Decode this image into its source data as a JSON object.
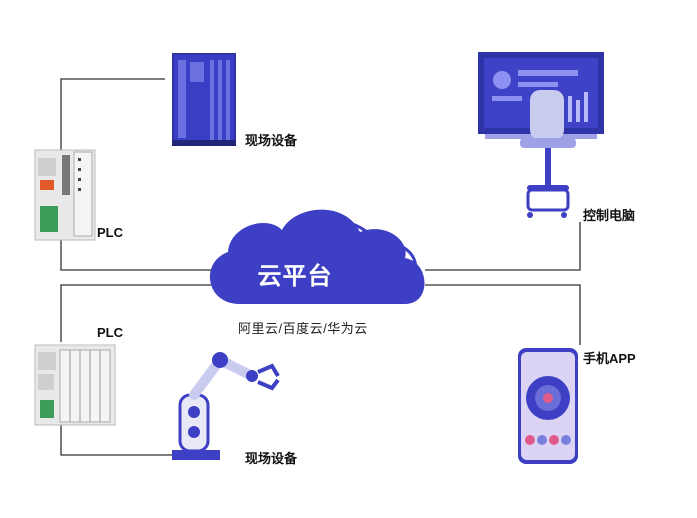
{
  "cloud": {
    "title": "云平台",
    "subtitle": "阿里云/百度云/华为云"
  },
  "nodes": {
    "field_device_top": "现场设备",
    "plc_top": "PLC",
    "control_pc": "控制电脑",
    "plc_bottom": "PLC",
    "mobile_app": "手机APP",
    "field_device_bottom": "现场设备"
  },
  "colors": {
    "primary": "#3d3fc4",
    "primary_dark": "#2a2c9a",
    "line": "#333333",
    "device": "#e8e8e8",
    "accent": "#e05a2a"
  }
}
